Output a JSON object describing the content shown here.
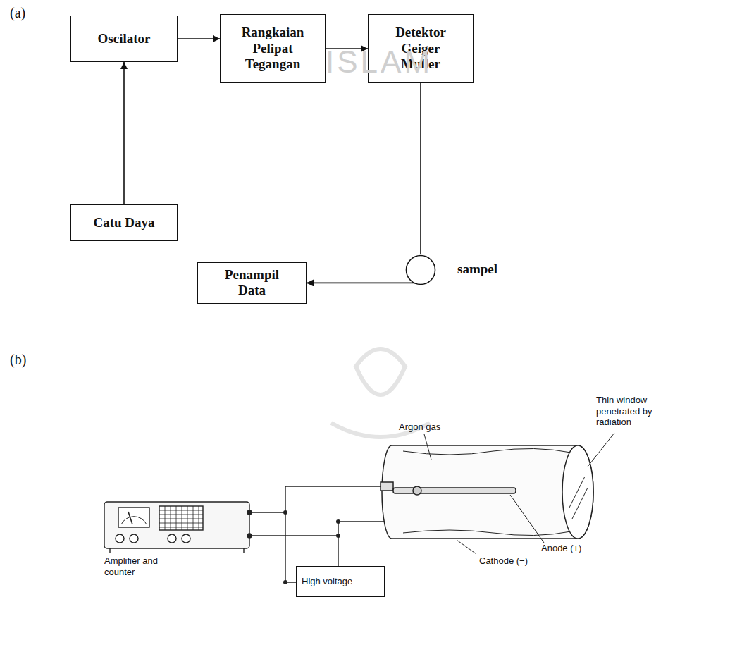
{
  "diagram": {
    "nodes": [
      {
        "text": [
          "Oscilator"
        ]
      },
      {
        "text": [
          "Rangkaian Pelipat Tegangan"
        ]
      },
      {
        "text": [
          "Detektor Geiger Muller"
        ]
      },
      {
        "text": [
          "sampel"
        ]
      },
      {
        "text": [
          "Catu Daya"
        ]
      },
      {
        "text": [
          "Penampil Data"
        ]
      },
      {
        "text": [
          "High voltage"
        ]
      }
    ],
    "edges": [
      {
        "from": 0,
        "to": 1,
        "arrow": "to"
      },
      {
        "from": 1,
        "to": 2,
        "arrow": "to"
      },
      {
        "from": 4,
        "to": 0,
        "arrow": "to"
      },
      {
        "from": 2,
        "to": 3,
        "arrow": "none"
      },
      {
        "from": 3,
        "to": 5,
        "arrow": "to"
      }
    ],
    "labels": [
      "(a)",
      "(b)",
      "ISLAM",
      "Argon gas",
      "Thin window penetrated by radiation",
      "Anode (+)",
      "Cathode (−)",
      "Amplifier and counter"
    ]
  }
}
